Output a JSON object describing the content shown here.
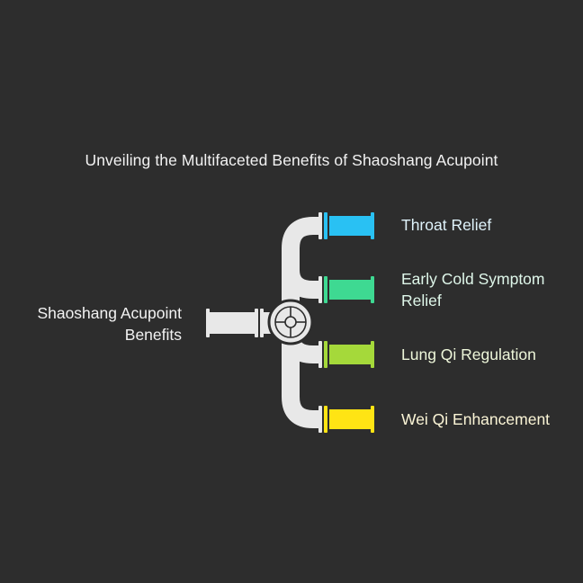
{
  "title": "Unveiling the Multifaceted Benefits of Shaoshang Acupoint",
  "source": {
    "label_line1": "Shaoshang Acupoint",
    "label_line2": "Benefits"
  },
  "branches": [
    {
      "label_line1": "Throat Relief",
      "label_line2": "",
      "color": "#29c1f3",
      "text_color": "#dff3fb"
    },
    {
      "label_line1": "Early Cold Symptom",
      "label_line2": "Relief",
      "color": "#3ed992",
      "text_color": "#dff7ea"
    },
    {
      "label_line1": "Lung Qi Regulation",
      "label_line2": "",
      "color": "#a5d93a",
      "text_color": "#eef7da"
    },
    {
      "label_line1": "Wei Qi Enhancement",
      "label_line2": "",
      "color": "#ffe414",
      "text_color": "#fbf5d6"
    }
  ],
  "colors": {
    "background": "#2d2d2d",
    "pipe": "#e8e8e8",
    "pipe_shadow": "#bdbdbd"
  },
  "icons": {
    "junction": "valve-wheel-icon"
  }
}
